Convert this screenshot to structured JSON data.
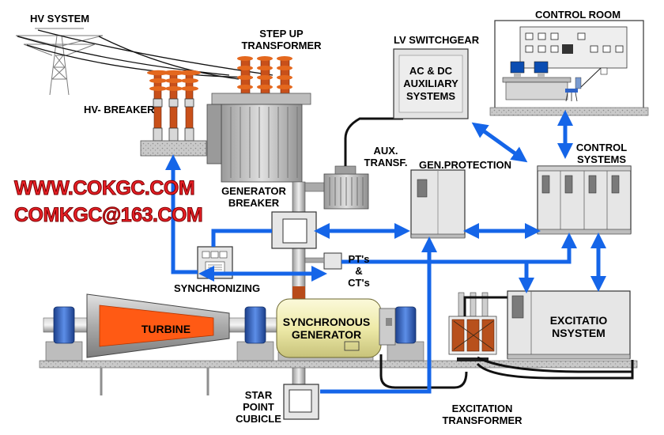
{
  "labels": {
    "hv_system": "HV SYSTEM",
    "step_up_transformer": [
      "STEP UP",
      "TRANSFORMER"
    ],
    "hv_breaker": "HV- BREAKER",
    "lv_switchgear": "LV SWITCHGEAR",
    "auxiliary_systems": [
      "AC & DC",
      "AUXILIARY",
      "SYSTEMS"
    ],
    "control_room": "CONTROL ROOM",
    "aux_transf": [
      "AUX.",
      "TRANSF."
    ],
    "gen_protection": "GEN.PROTECTION",
    "control_systems": [
      "CONTROL",
      "SYSTEMS"
    ],
    "generator_breaker": [
      "GENERATOR",
      "BREAKER"
    ],
    "pts_cts": [
      "PT's",
      "&",
      "CT's"
    ],
    "synchronizing": "SYNCHRONIZING",
    "turbine": "TURBINE",
    "synchronous_generator": [
      "SYNCHRONOUS",
      "GENERATOR"
    ],
    "excitation_system": [
      "EXCITATIO",
      "NSYSTEM"
    ],
    "star_point_cubicle": [
      "STAR",
      "POINT",
      "CUBICLE"
    ],
    "excitation_transformer": [
      "EXCITATION",
      "TRANSFORMER"
    ]
  },
  "watermark": {
    "url": "WWW.COKGC.COM",
    "email": "COMKGC@163.COM"
  },
  "colors": {
    "signal_arrow": "#1565e8",
    "insulator": "#c8501a",
    "turbine_inner": "#ff5a14",
    "generator_body": "#f2eeb0",
    "coupling": "#2f64c8",
    "cabinet": "#e6e6e6",
    "ground": "#c2c2c2",
    "watermark": "#e81f26"
  }
}
